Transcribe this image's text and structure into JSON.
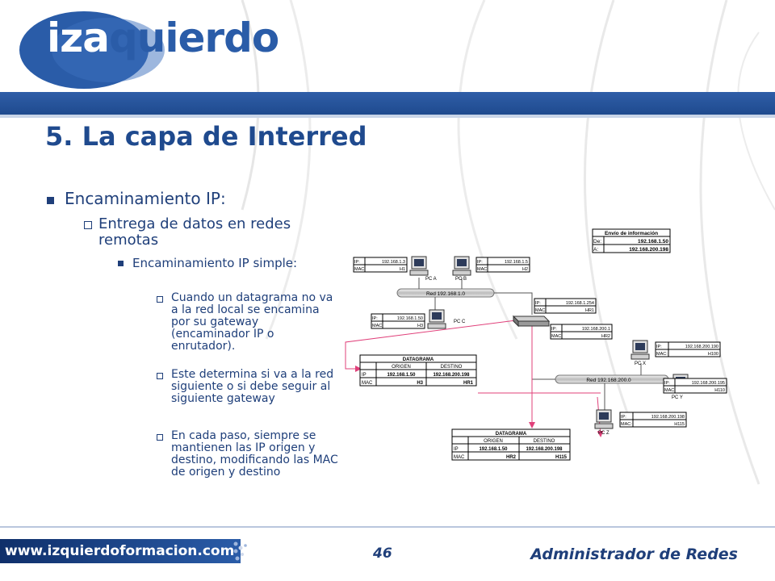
{
  "logo": {
    "text_a": "iza",
    "text_b": "quierdo"
  },
  "slide": {
    "title": "5. La capa de Interred"
  },
  "bullets": {
    "level1": "Encaminamiento IP:",
    "level2": "Entrega de datos en redes remotas",
    "level3": "Encaminamiento IP simple:",
    "level4": [
      "Cuando un datagrama no va a la red local se encamina por su gateway (encaminador IP o enrutador).",
      "Este determina si va a la red siguiente o si debe seguir al siguiente gateway",
      "En cada paso, siempre se mantienen las IP origen y destino, modificando las MAC de origen y destino"
    ]
  },
  "diagram": {
    "envio": {
      "title": "Envío de información",
      "de_label": "De:",
      "de_value": "192.168.1.50",
      "a_label": "A:",
      "a_value": "192.168.200.198"
    },
    "network_a": "Red 192.168.1.0",
    "network_b": "Red 192.168.200.0",
    "hosts": {
      "pca": {
        "label": "PC A",
        "ip": "192.168.1.3",
        "mac": "H1"
      },
      "pcb": {
        "label": "PC B",
        "ip": "192.168.1.5",
        "mac": "H2"
      },
      "pcc": {
        "label": "PC C",
        "ip": "192.168.1.50",
        "mac": "H3"
      },
      "pcx": {
        "label": "PC X",
        "ip": "192.168.200.190",
        "mac": "H100"
      },
      "pcy": {
        "label": "PC Y",
        "ip": "192.168.200.195",
        "mac": "H110"
      },
      "pcz": {
        "label": "PC Z",
        "ip": "192.168.200.198",
        "mac": "H115"
      }
    },
    "router": {
      "ip1": "192.168.1.254",
      "mac1": "HR1",
      "ip2": "192.168.200.1",
      "mac2": "HR2"
    },
    "field_ip": "IP:",
    "field_mac": "MAC:",
    "datagram1": {
      "title": "DATAGRAMA",
      "col_origen": "ORIGEN",
      "col_destino": "DESTINO",
      "row_ip": "IP",
      "row_mac": "MAC",
      "ip_origen": "192.168.1.50",
      "ip_destino": "192.168.200.198",
      "mac_origen": "H3",
      "mac_destino": "HR1"
    },
    "datagram2": {
      "title": "DATAGRAMA",
      "col_origen": "ORIGEN",
      "col_destino": "DESTINO",
      "row_ip": "IP",
      "row_mac": "MAC",
      "ip_origen": "192.168.1.50",
      "ip_destino": "192.168.200.198",
      "mac_origen": "HR2",
      "mac_destino": "H115"
    }
  },
  "footer": {
    "url": "www.izquierdoformacion.com",
    "page": "46",
    "title": "Administrador de Redes"
  },
  "colors": {
    "brand": "#1f4a8e",
    "text": "#1f3f7a",
    "arrow": "#e0407a"
  }
}
